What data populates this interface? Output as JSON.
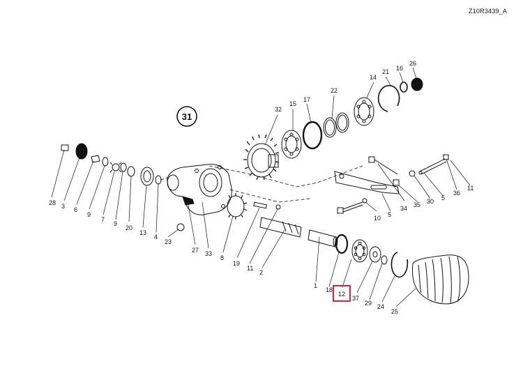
{
  "drawing_ref": "Z10R3439_A",
  "group_callout": "31",
  "highlighted_label": "12",
  "highlight_color": "#e0202a",
  "line_color": "#111111",
  "labels": {
    "l1": "1",
    "l2": "2",
    "l3": "3",
    "l4": "4",
    "l5a": "5",
    "l5b": "5",
    "l6": "6",
    "l7": "7",
    "l8": "8",
    "l9a": "9",
    "l9b": "9",
    "l10": "10",
    "l11a": "11",
    "l11b": "11",
    "l12": "12",
    "l13": "13",
    "l14": "14",
    "l15": "15",
    "l16": "16",
    "l17": "17",
    "l18": "18",
    "l19": "19",
    "l20": "20",
    "l21": "21",
    "l22": "22",
    "l23": "23",
    "l24": "24",
    "l25": "25",
    "l26": "26",
    "l27": "27",
    "l28": "28",
    "l29": "29",
    "l30": "30",
    "l32": "32",
    "l33": "33",
    "l34": "34",
    "l35": "35",
    "l36": "36",
    "l37": "37"
  }
}
